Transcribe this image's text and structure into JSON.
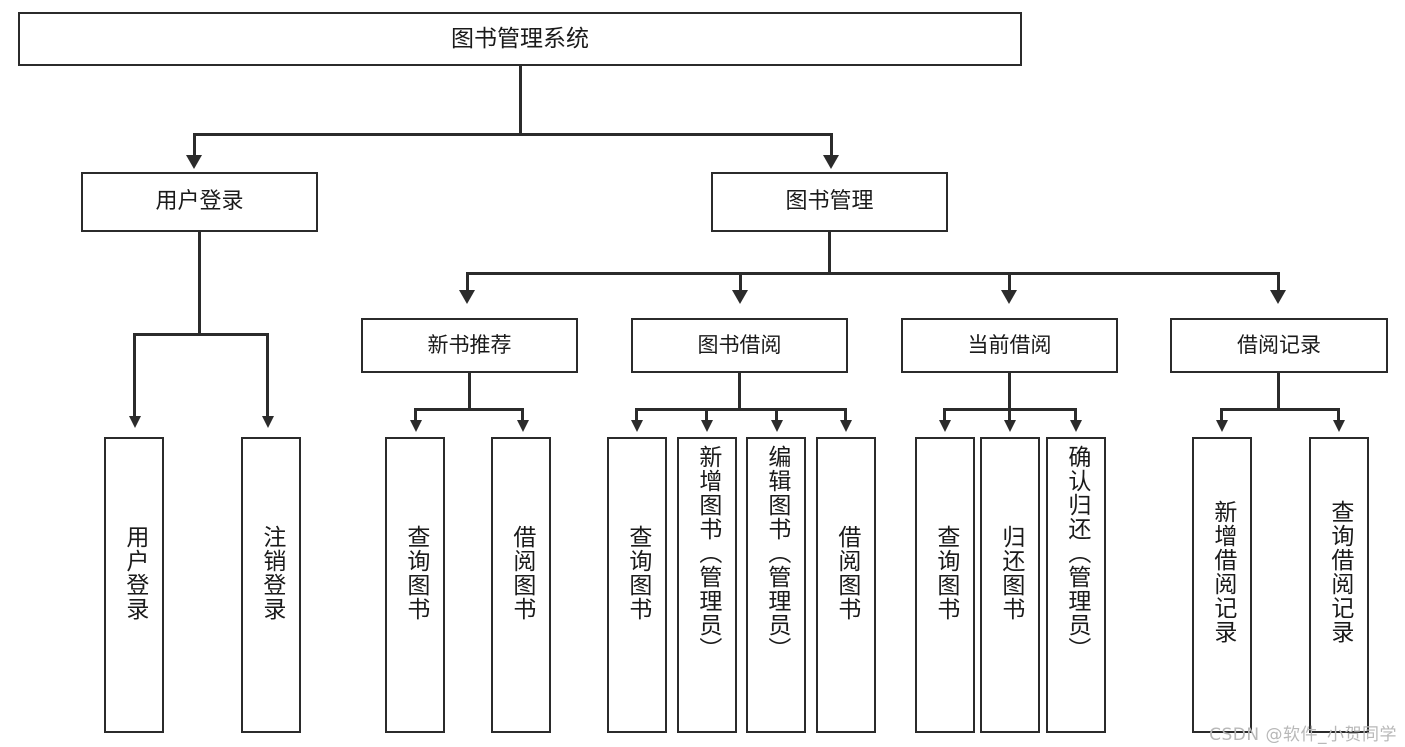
{
  "diagram": {
    "title": "图书管理系统",
    "type": "hierarchy-tree",
    "root": {
      "label": "图书管理系统"
    },
    "level2": [
      {
        "label": "用户登录"
      },
      {
        "label": "图书管理"
      }
    ],
    "level3": [
      {
        "label": "新书推荐"
      },
      {
        "label": "图书借阅"
      },
      {
        "label": "当前借阅"
      },
      {
        "label": "借阅记录"
      }
    ],
    "leaves": {
      "user_login": [
        {
          "label": "用户登录"
        },
        {
          "label": "注销登录"
        }
      ],
      "new_book_recommend": [
        {
          "label": "查询图书"
        },
        {
          "label": "借阅图书"
        }
      ],
      "book_borrow": [
        {
          "label": "查询图书"
        },
        {
          "label": "新增图书（管理员）"
        },
        {
          "label": "编辑图书（管理员）"
        },
        {
          "label": "借阅图书"
        }
      ],
      "current_borrow": [
        {
          "label": "查询图书"
        },
        {
          "label": "归还图书"
        },
        {
          "label": "确认归还（管理员）"
        }
      ],
      "borrow_record": [
        {
          "label": "新增借阅记录"
        },
        {
          "label": "查询借阅记录"
        }
      ]
    }
  },
  "watermark": {
    "text": "CSDN @软件_小贺同学"
  },
  "colors": {
    "stroke": "#2b2b2b",
    "background": "#ffffff",
    "text": "#1a1a1a",
    "watermark": "#b8b8b8"
  }
}
